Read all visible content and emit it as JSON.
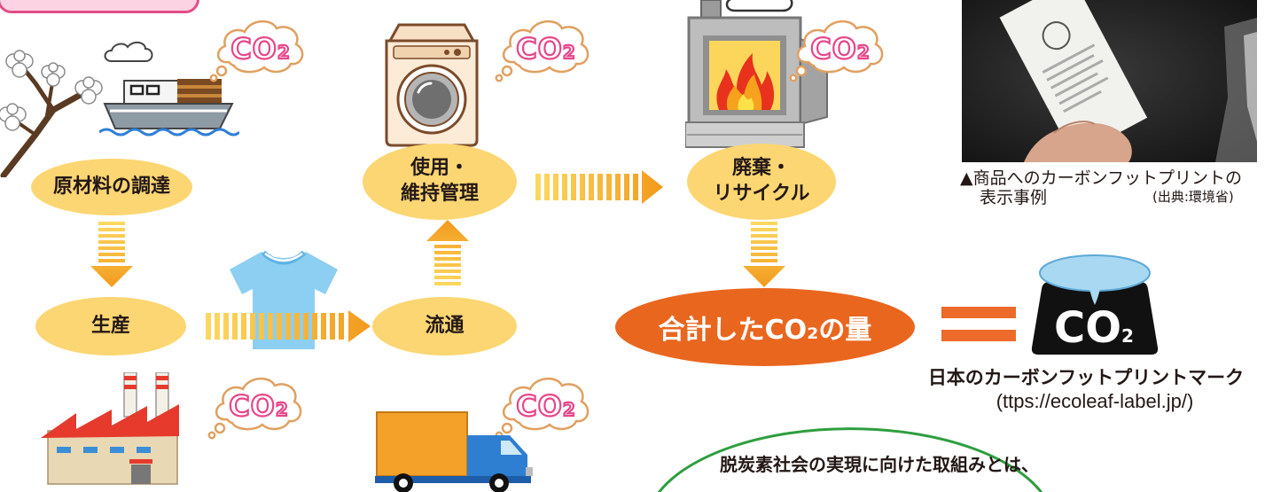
{
  "stages": {
    "procurement": {
      "label": "原材料の調達"
    },
    "production": {
      "label": "生産"
    },
    "distribution": {
      "label": "流通"
    },
    "use": {
      "line1": "使用・",
      "line2": "維持管理"
    },
    "disposal": {
      "line1": "廃棄・",
      "line2": "リサイクル"
    }
  },
  "total": {
    "label": "合計したCO₂の量"
  },
  "co2_bubble": {
    "co": "CO",
    "sub": "2"
  },
  "example_photo": {
    "caption_line1": "▲商品へのカーボンフットプリントの",
    "caption_line2": "表示事例",
    "source": "(出典:環境省)"
  },
  "mark": {
    "symbol_co": "CO",
    "symbol_sub": "2",
    "label": "日本のカーボンフットプリントマーク",
    "url": "(ttps://ecoleaf-label.jp/)"
  },
  "closing": {
    "heading": "脱炭素社会の実現に向けた取組みとは、"
  },
  "colors": {
    "stage_fill": "#FCD672",
    "total_fill": "#E9661F",
    "arrow_start": "#FDDA62",
    "arrow_end": "#F29A1C",
    "co2_outline": "#E6478A",
    "cloud_outline": "#E0A060",
    "accent_green": "#2E9E3F",
    "equals": "#EC6A2A",
    "tab_pink": "#E24E86"
  },
  "icons": {
    "procurement": [
      "cotton-branch-icon",
      "cargo-ship-icon"
    ],
    "production": [
      "factory-icon"
    ],
    "product": [
      "t-shirt-icon"
    ],
    "distribution": [
      "delivery-truck-icon"
    ],
    "use": [
      "washing-machine-icon"
    ],
    "disposal": [
      "incinerator-icon"
    ],
    "emission": [
      "co2-cloud-icon"
    ],
    "mark": [
      "carbon-footprint-mark-icon"
    ]
  }
}
